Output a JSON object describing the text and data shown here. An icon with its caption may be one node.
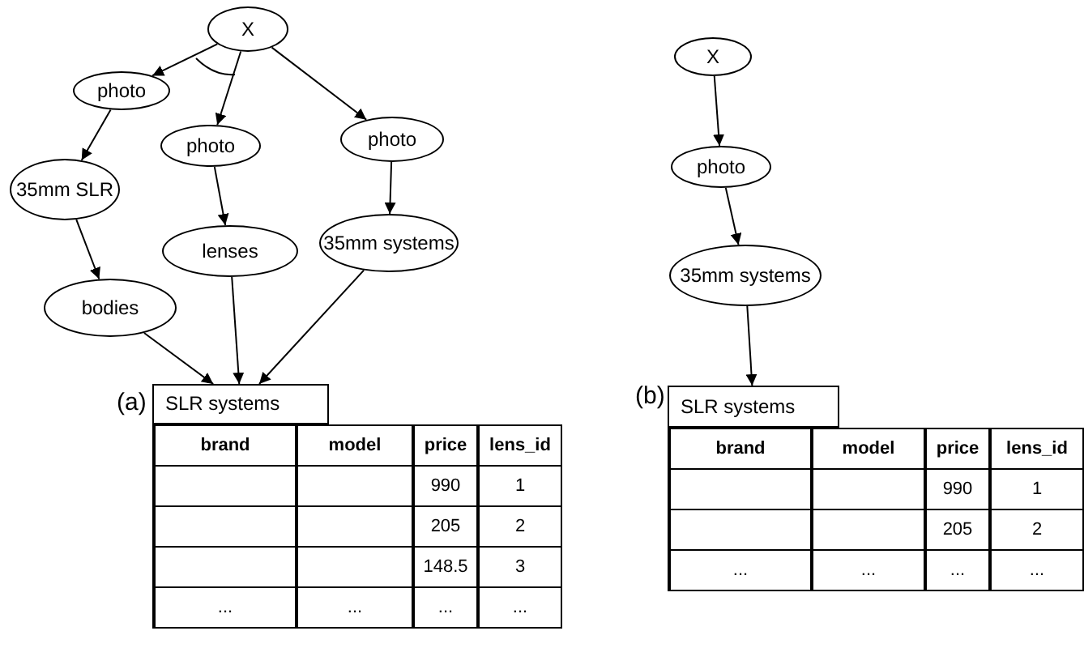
{
  "diagram": {
    "nodes": [
      {
        "text": [
          "X"
        ]
      },
      {
        "text": [
          "photo"
        ]
      },
      {
        "text": [
          "photo"
        ]
      },
      {
        "text": [
          "photo"
        ]
      },
      {
        "text": [
          "35mm SLR"
        ]
      },
      {
        "text": [
          "lenses"
        ]
      },
      {
        "text": [
          "35mm systems"
        ]
      },
      {
        "text": [
          "bodies"
        ]
      },
      {
        "text": [
          "SLR systems"
        ]
      },
      {
        "text": [
          "X"
        ]
      },
      {
        "text": [
          "photo"
        ]
      },
      {
        "text": [
          "35mm systems"
        ]
      },
      {
        "text": [
          "SLR systems"
        ]
      }
    ],
    "edges": [
      {
        "from": 0,
        "to": 1,
        "arrow": "to"
      },
      {
        "from": 0,
        "to": 2,
        "arrow": "to"
      },
      {
        "from": 0,
        "to": 3,
        "arrow": "to"
      },
      {
        "from": 1,
        "to": 4,
        "arrow": "to"
      },
      {
        "from": 2,
        "to": 5,
        "arrow": "to"
      },
      {
        "from": 3,
        "to": 6,
        "arrow": "to"
      },
      {
        "from": 4,
        "to": 7,
        "arrow": "to"
      },
      {
        "from": 7,
        "to": 8,
        "arrow": "to"
      },
      {
        "from": 5,
        "to": 8,
        "arrow": "to"
      },
      {
        "from": 6,
        "to": 8,
        "arrow": "to"
      },
      {
        "from": 9,
        "to": 10,
        "arrow": "to"
      },
      {
        "from": 10,
        "to": 11,
        "arrow": "to"
      },
      {
        "from": 11,
        "to": 12,
        "arrow": "to"
      }
    ],
    "labels": [
      "(a)",
      "brand",
      "model",
      "price",
      "lens_id",
      "990",
      "1",
      "205",
      "2",
      "148.5",
      "3",
      "...",
      "...",
      "...",
      "...",
      "(b)",
      "brand",
      "model",
      "price",
      "lens_id",
      "990",
      "1",
      "205",
      "2",
      "...",
      "...",
      "...",
      "..."
    ]
  }
}
